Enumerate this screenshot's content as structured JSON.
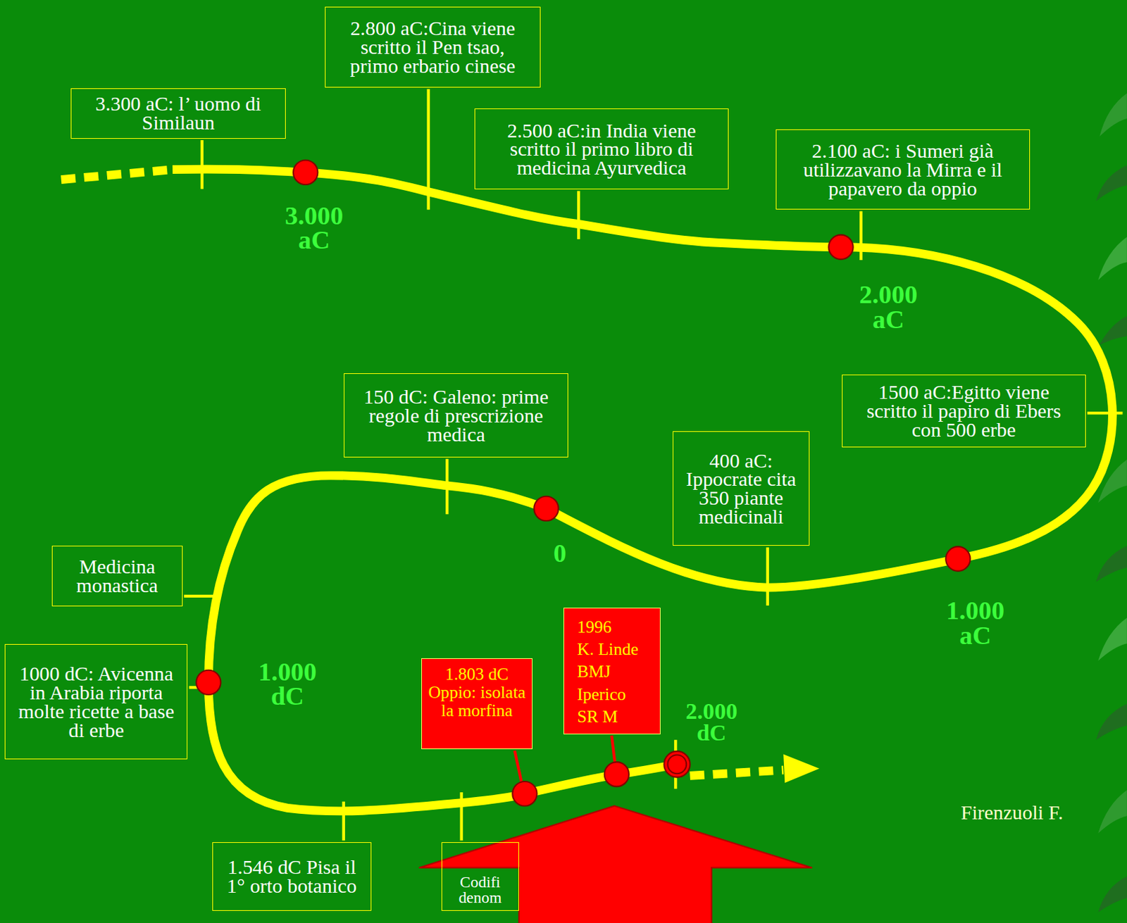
{
  "diagram": {
    "nodes": [
      {
        "text": [
          "3.300 aC: l’ uomo di Similaun"
        ]
      },
      {
        "text": [
          "2.800 aC:Cina viene scritto il Pen tsao, primo erbario cinese"
        ]
      },
      {
        "text": [
          "2.500 aC:in India viene scritto il primo libro di medicina Ayurvedica"
        ]
      },
      {
        "text": [
          "2.100 aC: i Sumeri già utilizzavano la Mirra e il papavero da oppio"
        ]
      },
      {
        "text": [
          "1500 aC:Egitto viene scritto il papiro di Ebers con 500 erbe"
        ]
      },
      {
        "text": [
          "400 aC: Ippocrate cita 350 piante medicinali"
        ]
      },
      {
        "text": [
          "150 dC: Galeno: prime regole di prescrizione medica"
        ]
      },
      {
        "text": [
          "Medicina monastica"
        ]
      },
      {
        "text": [
          "1000 dC: Avicenna in Arabia riporta molte ricette a base di erbe"
        ]
      },
      {
        "text": [
          "1.546 dC Pisa il 1° orto botanico"
        ]
      },
      {
        "text": [
          "Codifi denom"
        ]
      },
      {
        "text": [
          "1.803 dC Oppio: isolata la morfina"
        ]
      },
      {
        "text": [
          "1996",
          "K. Linde",
          "BMJ",
          "Iperico",
          "SR M"
        ]
      }
    ],
    "labels": [
      "3.000 aC",
      "2.000 aC",
      "1.000 aC",
      "0",
      "1.000 dC",
      "2.000 dC",
      "Firenzuoli F."
    ]
  }
}
